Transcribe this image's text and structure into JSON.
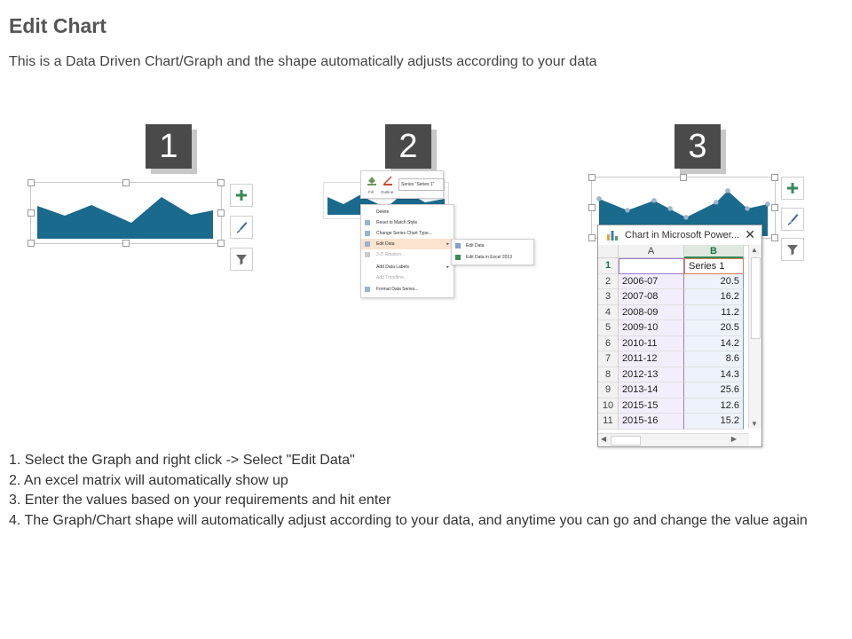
{
  "title": "Edit Chart",
  "subtitle": "This is a Data Driven Chart/Graph and the shape automatically adjusts according to your data",
  "steps": {
    "badges": [
      "1",
      "2",
      "3"
    ]
  },
  "mini_toolbar": {
    "series_label": "Series \"Series 1\"",
    "fill_label": "Fill",
    "outline_label": "Outline"
  },
  "context_menu": {
    "items": [
      {
        "label": "Delete"
      },
      {
        "label": "Reset to Match Style"
      },
      {
        "label": "Change Series Chart Type..."
      },
      {
        "label": "Edit Data"
      },
      {
        "label": "3-D Rotation..."
      },
      {
        "label": "Add Data Labels"
      },
      {
        "label": "Add Trendline..."
      },
      {
        "label": "Format Data Series..."
      }
    ],
    "submenu": [
      {
        "label": "Edit Data"
      },
      {
        "label": "Edit Data in Excel 2013"
      }
    ]
  },
  "excel": {
    "window_title": "Chart in Microsoft Power...",
    "col_a": "A",
    "col_b": "B",
    "header_row_num": "1",
    "header_b": "Series 1",
    "rows": [
      {
        "n": "2",
        "a": "2006-07",
        "b": "20.5"
      },
      {
        "n": "3",
        "a": "2007-08",
        "b": "16.2"
      },
      {
        "n": "4",
        "a": "2008-09",
        "b": "11.2"
      },
      {
        "n": "5",
        "a": "2009-10",
        "b": "20.5"
      },
      {
        "n": "6",
        "a": "2010-11",
        "b": "14.2"
      },
      {
        "n": "7",
        "a": "2011-12",
        "b": "8.6"
      },
      {
        "n": "8",
        "a": "2012-13",
        "b": "14.3"
      },
      {
        "n": "9",
        "a": "2013-14",
        "b": "25.6"
      },
      {
        "n": "10",
        "a": "2015-15",
        "b": "12.6"
      },
      {
        "n": "11",
        "a": "2015-16",
        "b": "15.2"
      }
    ]
  },
  "instructions": {
    "line1": "1. Select the Graph and right click -> Select \"Edit Data\"",
    "line2": "2. An excel matrix will automatically show up",
    "line3": "3. Enter the values based on your requirements and hit enter",
    "line4": "4. The Graph/Chart shape will automatically adjust according to your data, and anytime you can go and change the value again"
  },
  "colors": {
    "area_fill": "#1a6a8e",
    "badge_bg": "#4a4a4a",
    "plus_icon": "#3a8a5a",
    "excel_green": "#1e7145"
  },
  "icons": [
    "plus-icon",
    "brush-icon",
    "filter-icon",
    "close-icon",
    "chart-icon"
  ]
}
